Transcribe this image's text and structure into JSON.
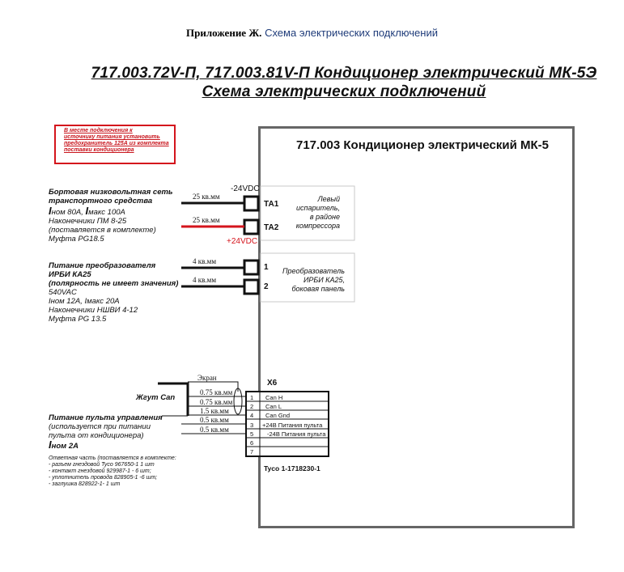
{
  "appendix": {
    "prefix": "Приложение Ж.",
    "title": "Схема электрических подключений"
  },
  "heading": {
    "line1": "717.003.72V-П, 717.003.81V-П  Кондиционер электрический МК-5Э",
    "line2": "Схема электрических подключений"
  },
  "note": {
    "lines": [
      "В месте подключения к",
      "источнику питания установить",
      "предохранитель 125А из комплекта",
      "поставки кондиционера"
    ]
  },
  "unit_title": "717.003 Кондиционер электрический МК-5",
  "onboard": {
    "title1": "Бортовая низковольтная сеть",
    "title2": "транспортного средства",
    "l_cap": "I",
    "l_text": "ном 80А, ",
    "l_cap2": "I",
    "l_text2": "макс 100А",
    "line3": "Наконечники ПМ 8-25",
    "line4": "(поставляется в комплекте)",
    "line5": "Муфта PG18.5"
  },
  "supply": {
    "neg": "-24VDC",
    "pos": "+24VDC",
    "wire1": "25 кв.мм",
    "wire2": "25 кв.мм",
    "pin1": "ТА1",
    "pin2": "ТА2",
    "group": [
      "Левый",
      "испаритель,",
      "в районе",
      "компрессора"
    ]
  },
  "converter": {
    "title1": "Питание преобразователя",
    "title2": "ИРБИ КА25",
    "title3": "(полярность не имеет значения)",
    "line1": "540VAC",
    "line2": "Iном 12А, Iмакс 20А",
    "line3": "Наконечники НШВИ 4-12",
    "line4": "Муфта PG 13.5",
    "wire1": "4 кв.мм",
    "wire2": "4 кв.мм",
    "pin1": "1",
    "pin2": "2",
    "group": [
      "Преобразователь",
      "ИРБИ КА25,",
      "боковая панель"
    ]
  },
  "connector": {
    "name": "X6",
    "part": "Tyco 1-1718230-1",
    "screen": "Экран",
    "harness": "Жгут Can",
    "wires": [
      "0.75 кв.мм",
      "0.75 кв.мм",
      "1.5 кв.мм",
      "0.5 кв.мм",
      "0.5 кв.мм"
    ],
    "pins": [
      {
        "n": "1",
        "label": "Can H"
      },
      {
        "n": "2",
        "label": "Can L"
      },
      {
        "n": "4",
        "label": "Can Gnd"
      },
      {
        "n": "3",
        "label": "+24В Питания пульта"
      },
      {
        "n": "5",
        "label": "-24В Питания пульта"
      },
      {
        "n": "6",
        "label": ""
      },
      {
        "n": "7",
        "label": ""
      }
    ]
  },
  "panel": {
    "title1": "Питание пульта управления",
    "title2": "(используется при питании",
    "title3": "пульта от кондиционера)",
    "cap": "I",
    "cur": "ном 2А"
  },
  "mating": {
    "lines": [
      "Ответная часть (поставляется в комплекте:",
      "- разъем гнездовой Tyco  967650-1  1 шт",
      "- контакт гнездовой 929987-1 - 6 шт;",
      "- уплотнитель провода 828905-1 -6 шт;",
      "- заглушка 828922-1- 1 шт"
    ]
  },
  "colors": {
    "red": "#d4141c",
    "title_blue": "#1f3c7a",
    "frame_gray": "#666666"
  }
}
